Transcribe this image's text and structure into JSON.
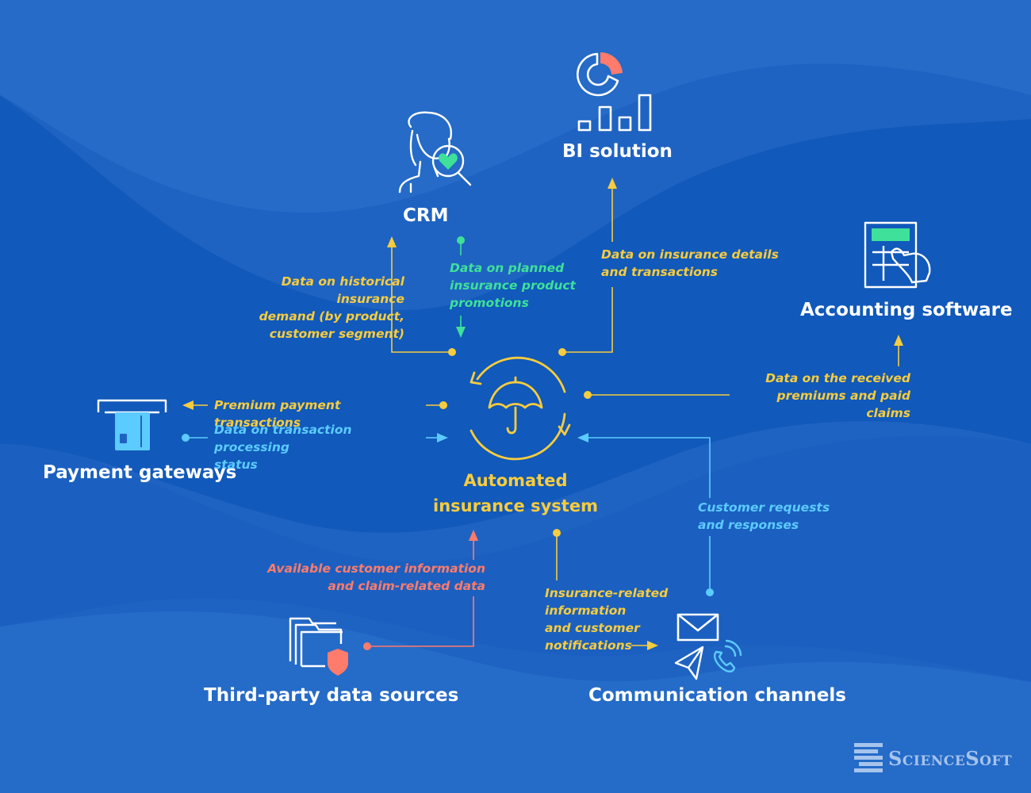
{
  "nodes": {
    "center": "Automated insurance system",
    "crm": "CRM",
    "bi": "BI solution",
    "accounting": "Accounting software",
    "payment": "Payment gateways",
    "thirdparty": "Third-party data sources",
    "comms": "Communication channels"
  },
  "flows": {
    "historical": "Data on historical insurance\ndemand (by product,\ncustomer segment)",
    "planned": "Data on planned\ninsurance product\npromotions",
    "insurance_details": "Data on insurance details\nand transactions",
    "received_premiums": "Data on the received\npremiums and paid claims",
    "premium_payment": "Premium payment transactions",
    "processing_status": "Data on transaction processing\nstatus",
    "customer_requests": "Customer requests\nand responses",
    "available_info": "Available customer information\nand claim-related data",
    "insurance_related": "Insurance-related\ninformation\nand customer\nnotifications"
  },
  "brand": "ScienceSoft",
  "colors": {
    "background": "#1f63c2",
    "yellow": "#f7cc3e",
    "green": "#3ee09a",
    "cyan": "#5ccbff",
    "coral": "#ff7b6b",
    "white": "#ffffff"
  }
}
